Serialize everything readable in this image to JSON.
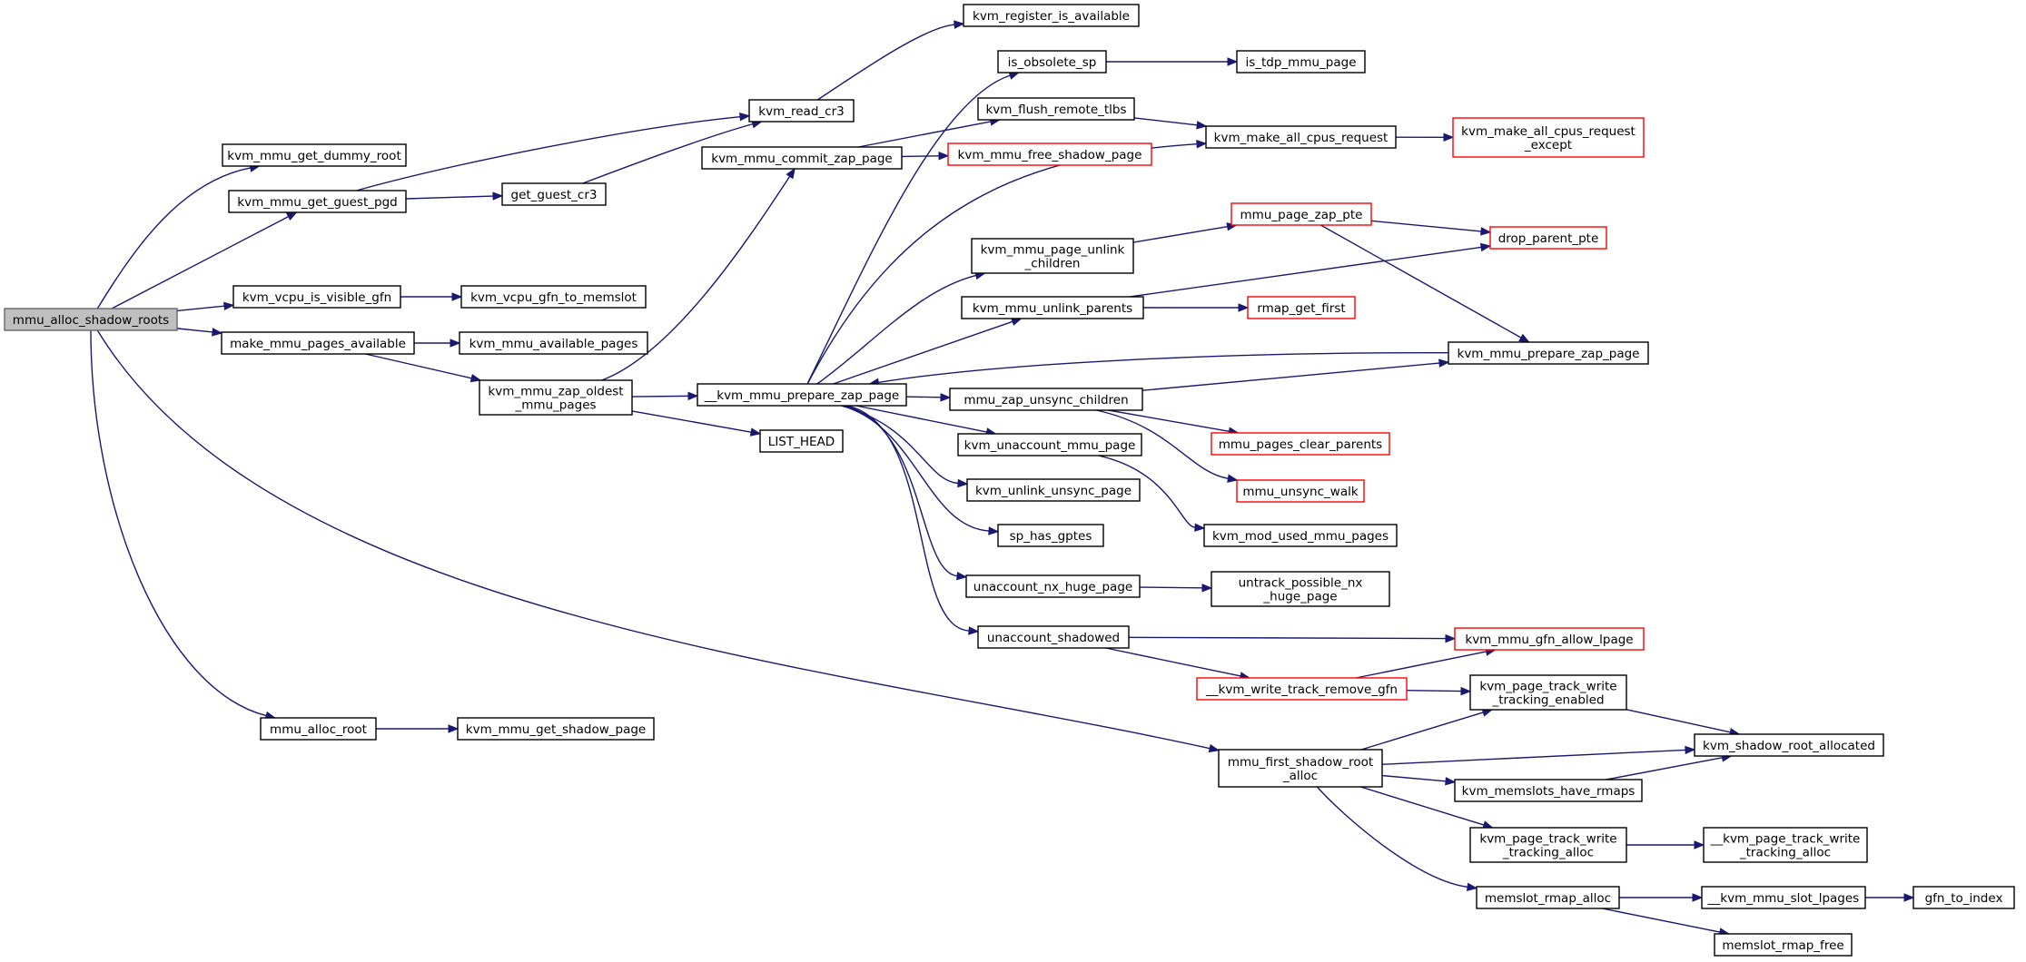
{
  "colors": {
    "edge": "#191970",
    "node_border": "#000000",
    "truncated_node_border": "#ff0000",
    "root_fill": "#bfbfbf",
    "background": "#ffffff"
  },
  "nodes": [
    {
      "id": "mmu_alloc_shadow_roots",
      "lines": [
        "mmu_alloc_shadow_roots"
      ],
      "kind": "root"
    },
    {
      "id": "kvm_mmu_get_dummy_root",
      "lines": [
        "kvm_mmu_get_dummy_root"
      ]
    },
    {
      "id": "kvm_mmu_get_guest_pgd",
      "lines": [
        "kvm_mmu_get_guest_pgd"
      ]
    },
    {
      "id": "kvm_vcpu_is_visible_gfn",
      "lines": [
        "kvm_vcpu_is_visible_gfn"
      ]
    },
    {
      "id": "make_mmu_pages_available",
      "lines": [
        "make_mmu_pages_available"
      ]
    },
    {
      "id": "mmu_alloc_root",
      "lines": [
        "mmu_alloc_root"
      ]
    },
    {
      "id": "kvm_read_cr3",
      "lines": [
        "kvm_read_cr3"
      ]
    },
    {
      "id": "get_guest_cr3",
      "lines": [
        "get_guest_cr3"
      ]
    },
    {
      "id": "kvm_vcpu_gfn_to_memslot",
      "lines": [
        "kvm_vcpu_gfn_to_memslot"
      ]
    },
    {
      "id": "kvm_mmu_available_pages",
      "lines": [
        "kvm_mmu_available_pages"
      ]
    },
    {
      "id": "kvm_mmu_zap_oldest_mmu_pages",
      "lines": [
        "kvm_mmu_zap_oldest",
        "_mmu_pages"
      ]
    },
    {
      "id": "kvm_mmu_get_shadow_page",
      "lines": [
        "kvm_mmu_get_shadow_page"
      ]
    },
    {
      "id": "kvm_register_is_available",
      "lines": [
        "kvm_register_is_available"
      ]
    },
    {
      "id": "kvm_mmu_commit_zap_page",
      "lines": [
        "kvm_mmu_commit_zap_page"
      ]
    },
    {
      "id": "__kvm_mmu_prepare_zap_page",
      "lines": [
        "__kvm_mmu_prepare_zap_page"
      ]
    },
    {
      "id": "LIST_HEAD",
      "lines": [
        "LIST_HEAD"
      ]
    },
    {
      "id": "is_obsolete_sp",
      "lines": [
        "is_obsolete_sp"
      ]
    },
    {
      "id": "kvm_flush_remote_tlbs",
      "lines": [
        "kvm_flush_remote_tlbs"
      ]
    },
    {
      "id": "kvm_mmu_free_shadow_page",
      "lines": [
        "kvm_mmu_free_shadow_page"
      ],
      "kind": "red"
    },
    {
      "id": "kvm_mmu_page_unlink_children",
      "lines": [
        "kvm_mmu_page_unlink",
        "_children"
      ]
    },
    {
      "id": "kvm_mmu_unlink_parents",
      "lines": [
        "kvm_mmu_unlink_parents"
      ]
    },
    {
      "id": "mmu_zap_unsync_children",
      "lines": [
        "mmu_zap_unsync_children"
      ]
    },
    {
      "id": "kvm_unaccount_mmu_page",
      "lines": [
        "kvm_unaccount_mmu_page"
      ]
    },
    {
      "id": "kvm_unlink_unsync_page",
      "lines": [
        "kvm_unlink_unsync_page"
      ]
    },
    {
      "id": "sp_has_gptes",
      "lines": [
        "sp_has_gptes"
      ]
    },
    {
      "id": "unaccount_nx_huge_page",
      "lines": [
        "unaccount_nx_huge_page"
      ]
    },
    {
      "id": "unaccount_shadowed",
      "lines": [
        "unaccount_shadowed"
      ]
    },
    {
      "id": "is_tdp_mmu_page",
      "lines": [
        "is_tdp_mmu_page"
      ]
    },
    {
      "id": "kvm_make_all_cpus_request",
      "lines": [
        "kvm_make_all_cpus_request"
      ]
    },
    {
      "id": "kvm_make_all_cpus_request_except",
      "lines": [
        "kvm_make_all_cpus_request",
        "_except"
      ],
      "kind": "red"
    },
    {
      "id": "mmu_page_zap_pte",
      "lines": [
        "mmu_page_zap_pte"
      ],
      "kind": "red"
    },
    {
      "id": "drop_parent_pte",
      "lines": [
        "drop_parent_pte"
      ],
      "kind": "red"
    },
    {
      "id": "rmap_get_first",
      "lines": [
        "rmap_get_first"
      ],
      "kind": "red"
    },
    {
      "id": "kvm_mmu_prepare_zap_page",
      "lines": [
        "kvm_mmu_prepare_zap_page"
      ]
    },
    {
      "id": "mmu_pages_clear_parents",
      "lines": [
        "mmu_pages_clear_parents"
      ],
      "kind": "red"
    },
    {
      "id": "mmu_unsync_walk",
      "lines": [
        "mmu_unsync_walk"
      ],
      "kind": "red"
    },
    {
      "id": "kvm_mod_used_mmu_pages",
      "lines": [
        "kvm_mod_used_mmu_pages"
      ]
    },
    {
      "id": "untrack_possible_nx_huge_page",
      "lines": [
        "untrack_possible_nx",
        "_huge_page"
      ]
    },
    {
      "id": "kvm_mmu_gfn_allow_lpage",
      "lines": [
        "kvm_mmu_gfn_allow_lpage"
      ],
      "kind": "red"
    },
    {
      "id": "__kvm_write_track_remove_gfn",
      "lines": [
        "__kvm_write_track_remove_gfn"
      ],
      "kind": "red"
    },
    {
      "id": "kvm_page_track_write_tracking_enabled",
      "lines": [
        "kvm_page_track_write",
        "_tracking_enabled"
      ]
    },
    {
      "id": "mmu_first_shadow_root_alloc",
      "lines": [
        "mmu_first_shadow_root",
        "_alloc"
      ]
    },
    {
      "id": "kvm_shadow_root_allocated",
      "lines": [
        "kvm_shadow_root_allocated"
      ]
    },
    {
      "id": "kvm_memslots_have_rmaps",
      "lines": [
        "kvm_memslots_have_rmaps"
      ]
    },
    {
      "id": "kvm_page_track_write_tracking_alloc",
      "lines": [
        "kvm_page_track_write",
        "_tracking_alloc"
      ]
    },
    {
      "id": "__kvm_page_track_write_tracking_alloc",
      "lines": [
        "__kvm_page_track_write",
        "_tracking_alloc"
      ]
    },
    {
      "id": "memslot_rmap_alloc",
      "lines": [
        "memslot_rmap_alloc"
      ]
    },
    {
      "id": "__kvm_mmu_slot_lpages",
      "lines": [
        "__kvm_mmu_slot_lpages"
      ]
    },
    {
      "id": "gfn_to_index",
      "lines": [
        "gfn_to_index"
      ]
    },
    {
      "id": "memslot_rmap_free",
      "lines": [
        "memslot_rmap_free"
      ]
    }
  ],
  "edges": [
    [
      "mmu_alloc_shadow_roots",
      "kvm_mmu_get_dummy_root"
    ],
    [
      "mmu_alloc_shadow_roots",
      "kvm_mmu_get_guest_pgd"
    ],
    [
      "mmu_alloc_shadow_roots",
      "kvm_vcpu_is_visible_gfn"
    ],
    [
      "mmu_alloc_shadow_roots",
      "make_mmu_pages_available"
    ],
    [
      "mmu_alloc_shadow_roots",
      "mmu_alloc_root"
    ],
    [
      "mmu_alloc_shadow_roots",
      "mmu_first_shadow_root_alloc"
    ],
    [
      "kvm_mmu_get_guest_pgd",
      "kvm_read_cr3"
    ],
    [
      "kvm_mmu_get_guest_pgd",
      "get_guest_cr3"
    ],
    [
      "get_guest_cr3",
      "kvm_read_cr3"
    ],
    [
      "kvm_read_cr3",
      "kvm_register_is_available"
    ],
    [
      "kvm_vcpu_is_visible_gfn",
      "kvm_vcpu_gfn_to_memslot"
    ],
    [
      "make_mmu_pages_available",
      "kvm_mmu_available_pages"
    ],
    [
      "make_mmu_pages_available",
      "kvm_mmu_zap_oldest_mmu_pages"
    ],
    [
      "kvm_mmu_zap_oldest_mmu_pages",
      "kvm_mmu_commit_zap_page"
    ],
    [
      "kvm_mmu_zap_oldest_mmu_pages",
      "__kvm_mmu_prepare_zap_page"
    ],
    [
      "kvm_mmu_zap_oldest_mmu_pages",
      "LIST_HEAD"
    ],
    [
      "mmu_alloc_root",
      "kvm_mmu_get_shadow_page"
    ],
    [
      "kvm_mmu_commit_zap_page",
      "kvm_flush_remote_tlbs"
    ],
    [
      "kvm_mmu_commit_zap_page",
      "kvm_mmu_free_shadow_page"
    ],
    [
      "kvm_flush_remote_tlbs",
      "kvm_make_all_cpus_request"
    ],
    [
      "kvm_make_all_cpus_request",
      "kvm_make_all_cpus_request_except"
    ],
    [
      "is_obsolete_sp",
      "is_tdp_mmu_page"
    ],
    [
      "__kvm_mmu_prepare_zap_page",
      "is_obsolete_sp"
    ],
    [
      "__kvm_mmu_prepare_zap_page",
      "kvm_make_all_cpus_request"
    ],
    [
      "__kvm_mmu_prepare_zap_page",
      "kvm_mmu_page_unlink_children"
    ],
    [
      "__kvm_mmu_prepare_zap_page",
      "kvm_mmu_unlink_parents"
    ],
    [
      "__kvm_mmu_prepare_zap_page",
      "mmu_zap_unsync_children"
    ],
    [
      "__kvm_mmu_prepare_zap_page",
      "kvm_unaccount_mmu_page"
    ],
    [
      "__kvm_mmu_prepare_zap_page",
      "kvm_unlink_unsync_page"
    ],
    [
      "__kvm_mmu_prepare_zap_page",
      "sp_has_gptes"
    ],
    [
      "__kvm_mmu_prepare_zap_page",
      "unaccount_nx_huge_page"
    ],
    [
      "__kvm_mmu_prepare_zap_page",
      "unaccount_shadowed"
    ],
    [
      "kvm_mmu_page_unlink_children",
      "mmu_page_zap_pte"
    ],
    [
      "mmu_page_zap_pte",
      "drop_parent_pte"
    ],
    [
      "mmu_page_zap_pte",
      "kvm_mmu_prepare_zap_page"
    ],
    [
      "kvm_mmu_unlink_parents",
      "drop_parent_pte"
    ],
    [
      "kvm_mmu_unlink_parents",
      "rmap_get_first"
    ],
    [
      "kvm_mmu_prepare_zap_page",
      "__kvm_mmu_prepare_zap_page"
    ],
    [
      "mmu_zap_unsync_children",
      "kvm_mmu_prepare_zap_page"
    ],
    [
      "mmu_zap_unsync_children",
      "mmu_pages_clear_parents"
    ],
    [
      "mmu_zap_unsync_children",
      "mmu_unsync_walk"
    ],
    [
      "kvm_unaccount_mmu_page",
      "kvm_mod_used_mmu_pages"
    ],
    [
      "unaccount_nx_huge_page",
      "untrack_possible_nx_huge_page"
    ],
    [
      "unaccount_shadowed",
      "kvm_mmu_gfn_allow_lpage"
    ],
    [
      "unaccount_shadowed",
      "__kvm_write_track_remove_gfn"
    ],
    [
      "__kvm_write_track_remove_gfn",
      "kvm_mmu_gfn_allow_lpage"
    ],
    [
      "__kvm_write_track_remove_gfn",
      "kvm_page_track_write_tracking_enabled"
    ],
    [
      "kvm_page_track_write_tracking_enabled",
      "kvm_shadow_root_allocated"
    ],
    [
      "mmu_first_shadow_root_alloc",
      "kvm_page_track_write_tracking_enabled"
    ],
    [
      "mmu_first_shadow_root_alloc",
      "kvm_shadow_root_allocated"
    ],
    [
      "mmu_first_shadow_root_alloc",
      "kvm_memslots_have_rmaps"
    ],
    [
      "mmu_first_shadow_root_alloc",
      "kvm_page_track_write_tracking_alloc"
    ],
    [
      "mmu_first_shadow_root_alloc",
      "memslot_rmap_alloc"
    ],
    [
      "kvm_memslots_have_rmaps",
      "kvm_shadow_root_allocated"
    ],
    [
      "kvm_page_track_write_tracking_alloc",
      "__kvm_page_track_write_tracking_alloc"
    ],
    [
      "memslot_rmap_alloc",
      "__kvm_mmu_slot_lpages"
    ],
    [
      "memslot_rmap_alloc",
      "memslot_rmap_free"
    ],
    [
      "__kvm_mmu_slot_lpages",
      "gfn_to_index"
    ]
  ]
}
